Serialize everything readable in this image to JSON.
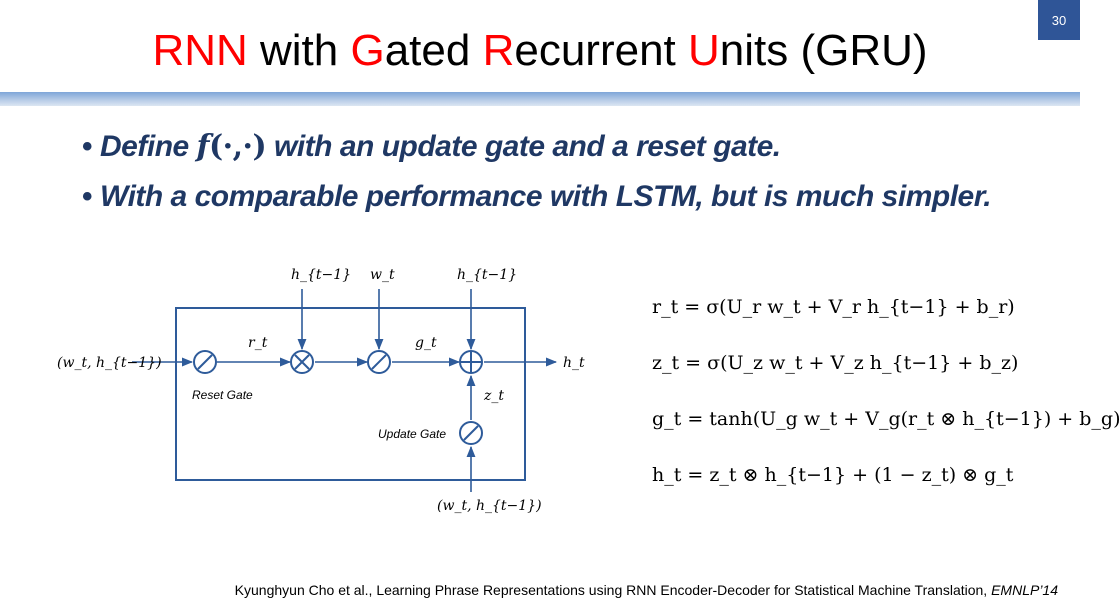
{
  "slide_number": "30",
  "title": {
    "parts": [
      {
        "text": "RNN",
        "red": true
      },
      {
        "text": " with ",
        "red": false
      },
      {
        "text": "G",
        "red": true
      },
      {
        "text": "ated ",
        "red": false
      },
      {
        "text": "R",
        "red": true
      },
      {
        "text": "ecurrent ",
        "red": false
      },
      {
        "text": "U",
        "red": true
      },
      {
        "text": "nits (GRU)",
        "red": false
      }
    ]
  },
  "bullets": {
    "b1_pre": "Define ",
    "b1_math_f": "f",
    "b1_math_args": "(·,·)",
    "b1_post": " with an update gate and a reset gate.",
    "b2": "With a comparable performance with LSTM, but is much simpler."
  },
  "diagram": {
    "input_left": "(w_t, h_{t−1})",
    "input_bottom": "(w_t, h_{t−1})",
    "top_h1": "h_{t−1}",
    "top_w": "w_t",
    "top_h2": "h_{t−1}",
    "r_label": "r_t",
    "g_label": "g_t",
    "z_label": "z_t",
    "output": "h_t",
    "reset_gate_label": "Reset Gate",
    "update_gate_label": "Update Gate"
  },
  "equations": {
    "r": "r_t = σ(U_r w_t + V_r h_{t−1} + b_r)",
    "z": "z_t = σ(U_z w_t + V_z h_{t−1} + b_z)",
    "g": "g_t = tanh(U_g w_t + V_g(r_t ⊗ h_{t−1}) + b_g)",
    "h": "h_t = z_t ⊗ h_{t−1} + (1 − z_t) ⊗ g_t"
  },
  "citation": {
    "text": "Kyunghyun Cho et al., Learning Phrase Representations using RNN Encoder-Decoder for Statistical Machine Translation, ",
    "venue": "EMNLP’14"
  },
  "colors": {
    "title_red": "#ff0000",
    "bullet_text": "#1f3864",
    "diagram_blue": "#2e5b9a",
    "slide_num_bg": "#2f5597"
  }
}
